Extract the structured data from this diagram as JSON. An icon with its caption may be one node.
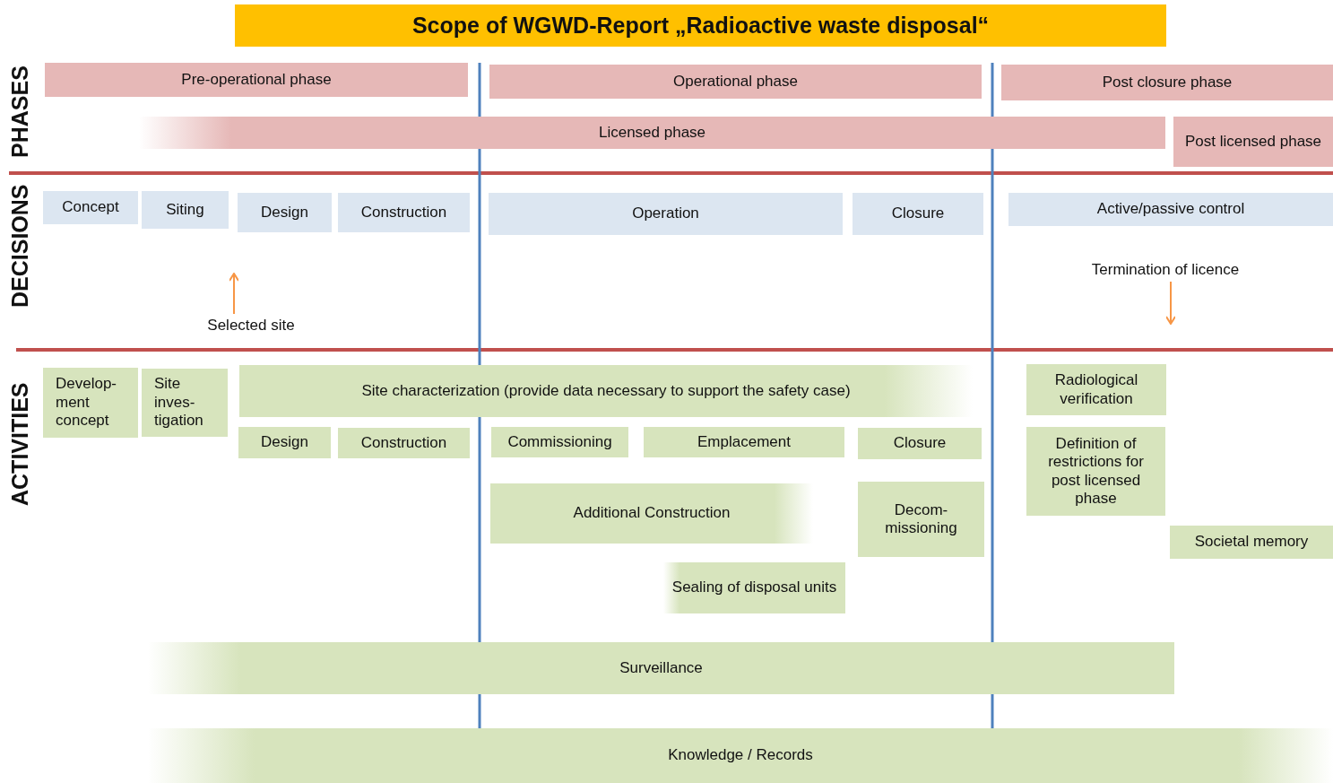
{
  "diagram": {
    "title": "Scope of WGWD-Report „Radioactive waste disposal“",
    "nodes": [
      {
        "text": [
          "Pre-operational phase"
        ]
      },
      {
        "text": [
          "Operational phase"
        ]
      },
      {
        "text": [
          "Post closure phase"
        ]
      },
      {
        "text": [
          "Licensed phase"
        ]
      },
      {
        "text": [
          "Post licensed phase"
        ]
      },
      {
        "text": [
          "Concept"
        ]
      },
      {
        "text": [
          "Siting"
        ]
      },
      {
        "text": [
          "Design"
        ]
      },
      {
        "text": [
          "Construction"
        ]
      },
      {
        "text": [
          "Operation"
        ]
      },
      {
        "text": [
          "Closure"
        ]
      },
      {
        "text": [
          "Active/passive control"
        ]
      },
      {
        "text": [
          "Selected site"
        ]
      },
      {
        "text": [
          "Termination of licence"
        ]
      },
      {
        "text": [
          "Develop- ment concept"
        ]
      },
      {
        "text": [
          "Site inves- tigation"
        ]
      },
      {
        "text": [
          "Site characterization (provide data necessary to support the safety case)"
        ]
      },
      {
        "text": [
          "Design"
        ]
      },
      {
        "text": [
          "Construction"
        ]
      },
      {
        "text": [
          "Commissioning"
        ]
      },
      {
        "text": [
          "Emplacement"
        ]
      },
      {
        "text": [
          "Closure"
        ]
      },
      {
        "text": [
          "Additional Construction"
        ]
      },
      {
        "text": [
          "Decom- missioning"
        ]
      },
      {
        "text": [
          "Sealing of disposal units"
        ]
      },
      {
        "text": [
          "Radiological verification"
        ]
      },
      {
        "text": [
          "Definition of restrictions for post licensed phase"
        ]
      },
      {
        "text": [
          "Societal memory"
        ]
      },
      {
        "text": [
          "Surveillance"
        ]
      },
      {
        "text": [
          "Knowledge / Records"
        ]
      }
    ],
    "edges": [
      {
        "from": 12,
        "to": null,
        "arrow": "to"
      },
      {
        "from": 13,
        "to": null,
        "arrow": "to"
      }
    ],
    "labels": [
      "PHASES",
      "DECISIONS",
      "ACTIVITIES"
    ]
  }
}
